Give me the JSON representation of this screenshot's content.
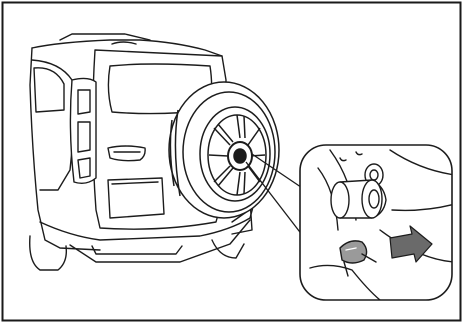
{
  "figure": {
    "frame_color": "#1a1a1a",
    "line_color": "#1c1c1c",
    "fill_light": "#f7f7f7",
    "shade": "#bdbdbd",
    "arrow_color": "#6a6a6a",
    "icons": [
      "vehicle-rear",
      "spare-tire",
      "tire-cover-bolt",
      "pull-arrow"
    ]
  }
}
